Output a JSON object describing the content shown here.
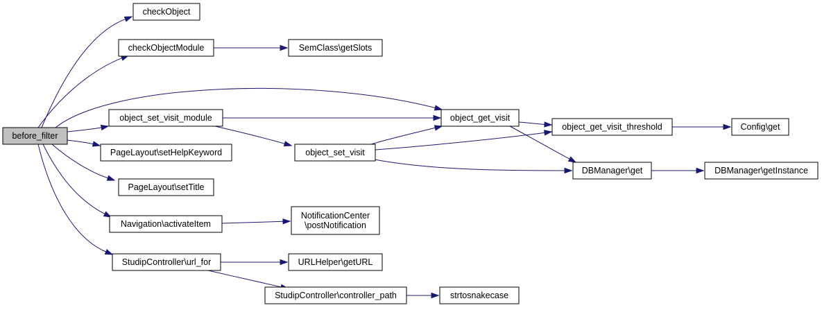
{
  "nodes": {
    "before_filter": "before_filter",
    "checkObject": "checkObject",
    "checkObjectModule": "checkObjectModule",
    "semclass_getslots": "SemClass\\getSlots",
    "object_set_visit_module": "object_set_visit_module",
    "pagelayout_sethelpkeyword": "PageLayout\\setHelpKeyword",
    "pagelayout_settitle": "PageLayout\\setTitle",
    "navigation_activateitem": "Navigation\\activateItem",
    "studipcontroller_url_for": "StudipController\\url_for",
    "object_get_visit": "object_get_visit",
    "object_set_visit": "object_set_visit",
    "notificationcenter_postnotification": [
      "NotificationCenter",
      "\\postNotification"
    ],
    "urlhelper_geturl": "URLHelper\\getURL",
    "studipcontroller_controller_path": "StudipController\\controller_path",
    "strtosnakecase": "strtosnakecase",
    "object_get_visit_threshold": "object_get_visit_threshold",
    "dbmanager_get": "DBManager\\get",
    "config_get": "Config\\get",
    "dbmanager_getinstance": "DBManager\\getInstance"
  },
  "edges": [
    [
      "before_filter",
      "checkObject"
    ],
    [
      "before_filter",
      "checkObjectModule"
    ],
    [
      "before_filter",
      "object_get_visit"
    ],
    [
      "before_filter",
      "object_set_visit_module"
    ],
    [
      "before_filter",
      "pagelayout_sethelpkeyword"
    ],
    [
      "before_filter",
      "pagelayout_settitle"
    ],
    [
      "before_filter",
      "navigation_activateitem"
    ],
    [
      "before_filter",
      "studipcontroller_url_for"
    ],
    [
      "checkObjectModule",
      "semclass_getslots"
    ],
    [
      "object_set_visit_module",
      "object_get_visit"
    ],
    [
      "object_set_visit_module",
      "object_set_visit"
    ],
    [
      "object_set_visit",
      "object_get_visit"
    ],
    [
      "object_set_visit",
      "object_get_visit_threshold"
    ],
    [
      "object_set_visit",
      "dbmanager_get"
    ],
    [
      "object_get_visit",
      "object_get_visit_threshold"
    ],
    [
      "object_get_visit",
      "dbmanager_get"
    ],
    [
      "object_get_visit_threshold",
      "config_get"
    ],
    [
      "dbmanager_get",
      "dbmanager_getinstance"
    ],
    [
      "navigation_activateitem",
      "notificationcenter_postnotification"
    ],
    [
      "studipcontroller_url_for",
      "urlhelper_geturl"
    ],
    [
      "studipcontroller_url_for",
      "studipcontroller_controller_path"
    ],
    [
      "studipcontroller_controller_path",
      "strtosnakecase"
    ]
  ]
}
